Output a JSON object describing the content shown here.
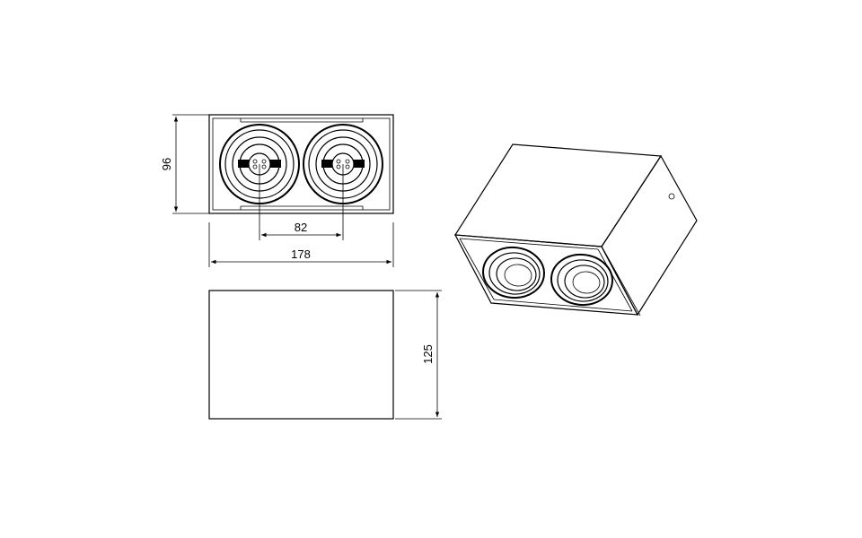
{
  "drawing": {
    "dimensions": {
      "height_top": "96",
      "spacing": "82",
      "width": "178",
      "depth": "125"
    },
    "colors": {
      "line": "#000000",
      "background": "#ffffff"
    }
  }
}
